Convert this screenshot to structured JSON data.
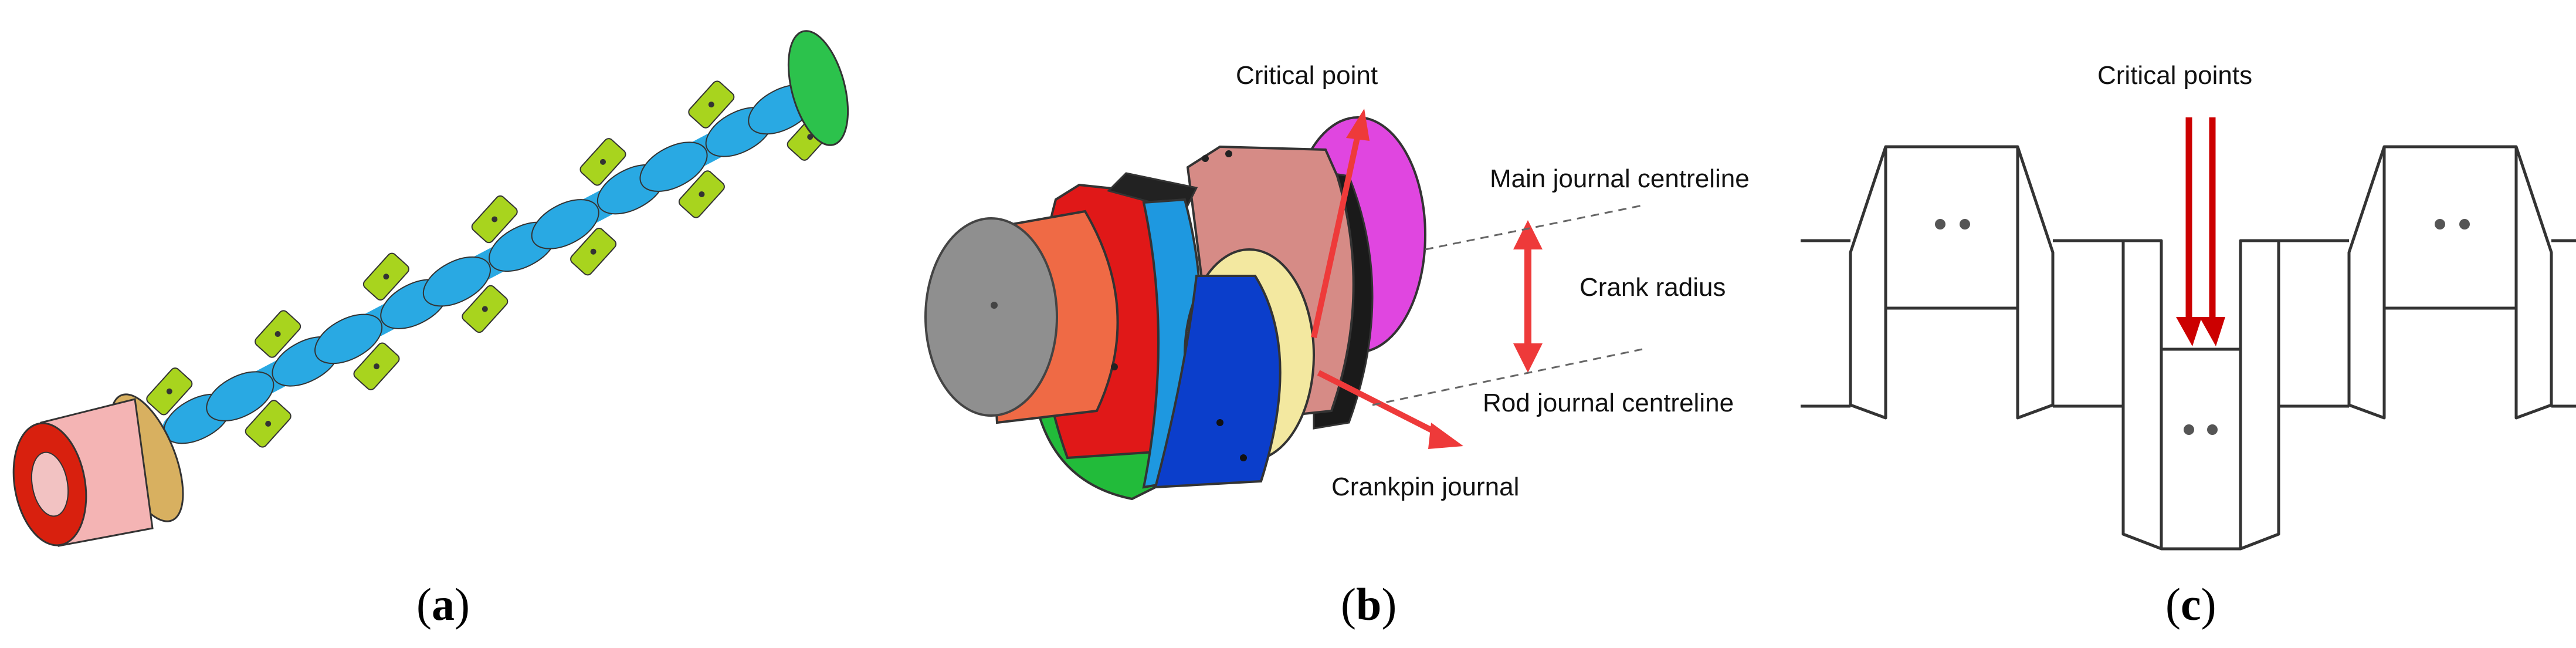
{
  "panels": [
    {
      "id": "a",
      "caption": {
        "open": "(",
        "letter": "a",
        "close": ")"
      }
    },
    {
      "id": "b",
      "caption": {
        "open": "(",
        "letter": "b",
        "close": ")"
      }
    },
    {
      "id": "c",
      "caption": {
        "open": "(",
        "letter": "c",
        "close": ")"
      }
    }
  ],
  "labels_b": {
    "critical_point": "Critical point",
    "main_journal_centreline": "Main journal centreline",
    "crank_radius": "Crank radius",
    "rod_journal_centreline": "Rod journal centreline",
    "crankpin_journal": "Crankpin journal"
  },
  "labels_c": {
    "critical_points": "Critical points"
  },
  "colors": {
    "journal": "#29a9e3",
    "counterweight": "#a8d41e",
    "flywheel_pink": "#f4b4b4",
    "flange_red": "#d8200e",
    "end_green": "#2cc24c",
    "arrow_red": "#ee3a3a",
    "dark_red": "#cc0000",
    "outline": "#333333"
  }
}
